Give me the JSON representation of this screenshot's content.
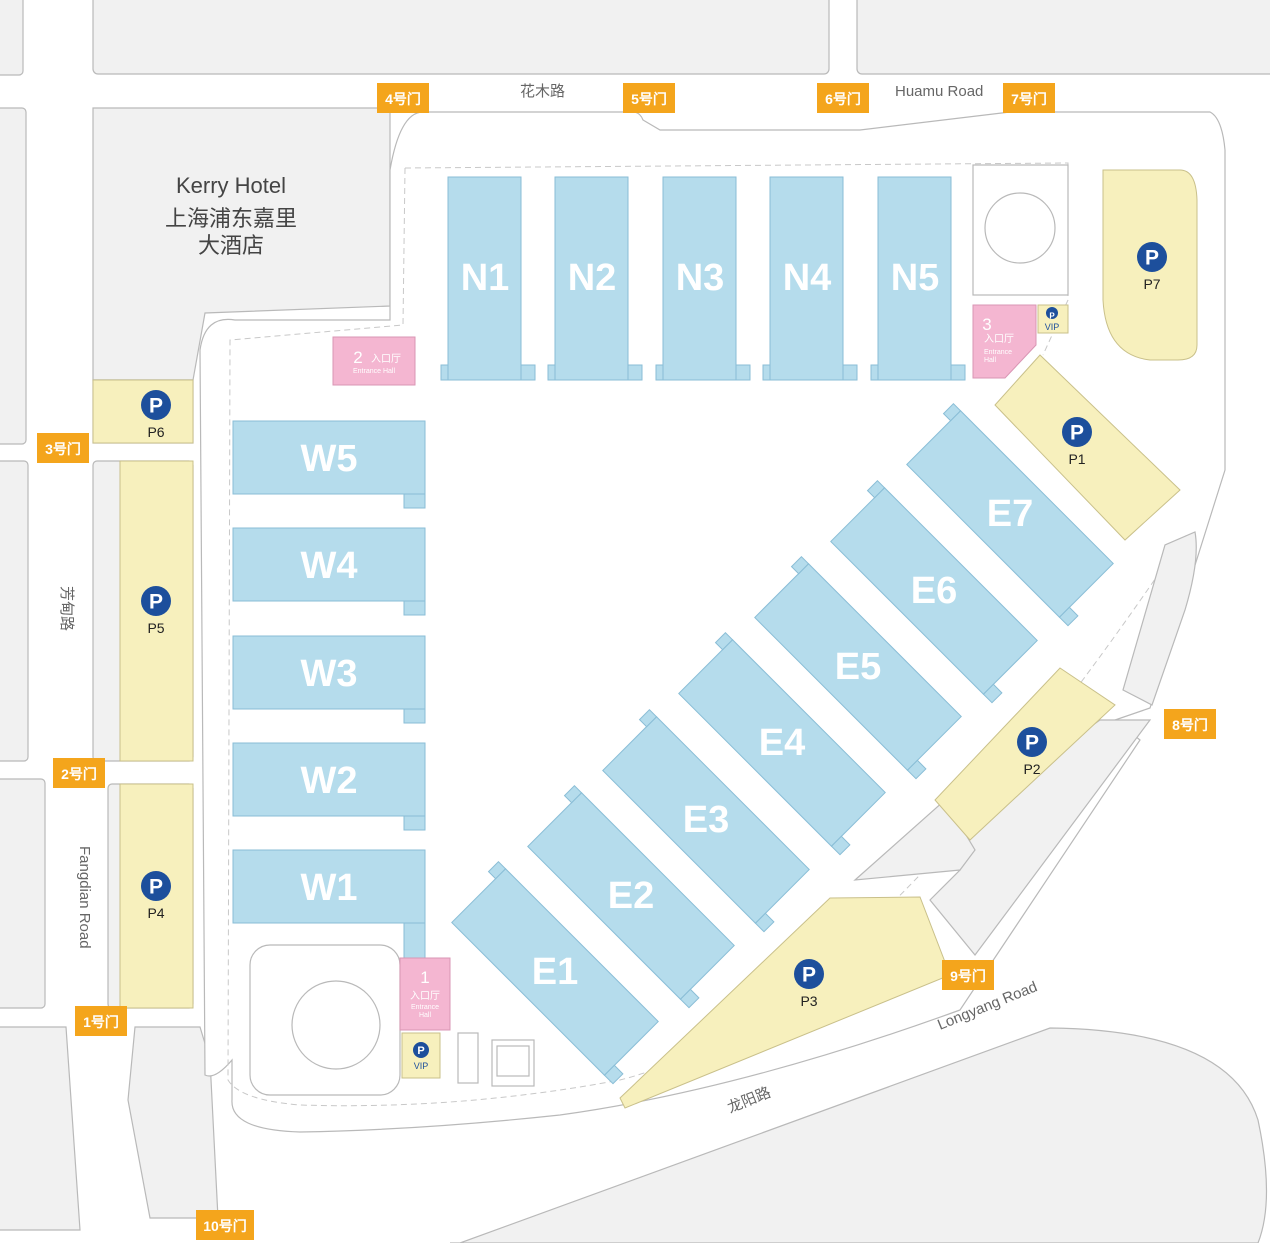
{
  "hotel": {
    "name_en": "Kerry Hotel",
    "name_cn_line1": "上海浦东嘉里",
    "name_cn_line2": "大酒店"
  },
  "roads": {
    "huamu_cn": "花木路",
    "huamu_en": "Huamu Road",
    "fangdian_cn": "芳甸路",
    "fangdian_en": "Fangdian Road",
    "longyang_cn": "龙阳路",
    "longyang_en": "Longyang Road"
  },
  "halls": {
    "north": [
      "N1",
      "N2",
      "N3",
      "N4",
      "N5"
    ],
    "west": [
      "W5",
      "W4",
      "W3",
      "W2",
      "W1"
    ],
    "east": [
      "E7",
      "E6",
      "E5",
      "E4",
      "E3",
      "E2",
      "E1"
    ]
  },
  "parking": {
    "symbol": "P",
    "lots": [
      "P1",
      "P2",
      "P3",
      "P4",
      "P5",
      "P6",
      "P7"
    ]
  },
  "entrances": [
    {
      "number": "1",
      "label_cn": "入口厅",
      "label_en_line1": "Entrance",
      "label_en_line2": "Hall"
    },
    {
      "number": "2",
      "label_cn": "入口厅",
      "label_en": "Entrance Hall"
    },
    {
      "number": "3",
      "label_cn": "入口厅",
      "label_en_line1": "Entrance",
      "label_en_line2": "Hall"
    }
  ],
  "vip": {
    "label": "VIP",
    "symbol": "P"
  },
  "gates": [
    "1号门",
    "2号门",
    "3号门",
    "4号门",
    "5号门",
    "6号门",
    "7号门",
    "8号门",
    "9号门",
    "10号门"
  ],
  "colors": {
    "hall": "#b5dcec",
    "parking": "#f7f0bd",
    "parking_icon": "#1d4f9c",
    "entrance_hall": "#f4b6d1",
    "gate": "#f4a51c"
  }
}
